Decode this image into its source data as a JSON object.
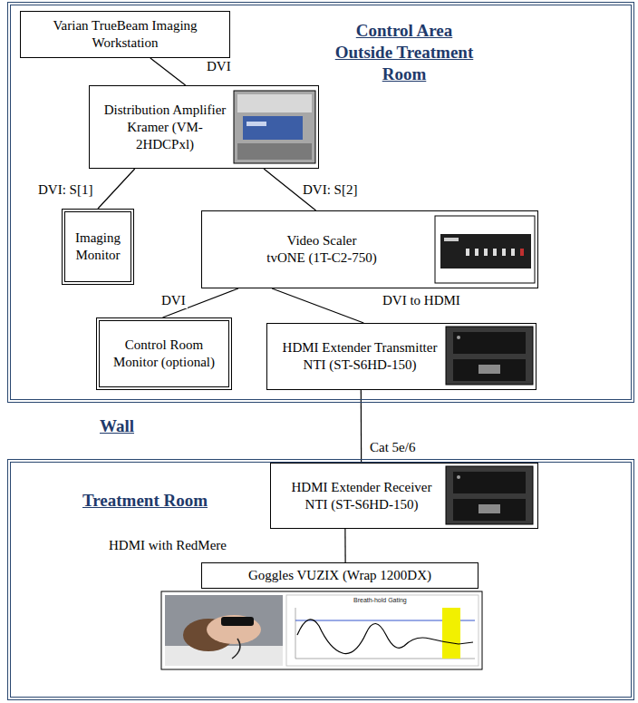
{
  "diagram": {
    "nodes": [
      {
        "text": [
          "Control Area Outside Treatment Room"
        ]
      },
      {
        "text": [
          "Varian TrueBeam Imaging Workstation"
        ],
        "in": 0
      },
      {
        "text": [
          "Distribution Amplifier",
          "Kramer (VM-2HDCPxl)"
        ],
        "in": 0
      },
      {
        "text": [
          "Imaging Monitor"
        ],
        "in": 0
      },
      {
        "text": [
          "Video Scaler",
          "tvONE (1T-C2-750)"
        ],
        "in": 0
      },
      {
        "text": [
          "Control Room Monitor (optional)"
        ],
        "in": 0
      },
      {
        "text": [
          "HDMI Extender Transmitter",
          "NTI (ST-S6HD-150)"
        ],
        "in": 0
      },
      {
        "text": [
          "Treatment Room"
        ]
      },
      {
        "text": [
          "HDMI Extender Receiver",
          "NTI (ST-S6HD-150)"
        ],
        "in": 7
      },
      {
        "text": [
          "Goggles VUZIX (Wrap 1200DX)"
        ],
        "in": 7
      }
    ],
    "edges": [
      {
        "from": 1,
        "to": 2,
        "label": "DVI",
        "arrow": "none"
      },
      {
        "from": 2,
        "to": 3,
        "label": "DVI: S[1]",
        "arrow": "none"
      },
      {
        "from": 2,
        "to": 4,
        "label": "DVI: S[2]",
        "arrow": "none"
      },
      {
        "from": 4,
        "to": 5,
        "label": "DVI",
        "arrow": "none"
      },
      {
        "from": 4,
        "to": 6,
        "label": "DVI to HDMI",
        "arrow": "none"
      },
      {
        "from": 6,
        "to": 8,
        "label": "Cat 5e/6",
        "arrow": "none"
      },
      {
        "from": 8,
        "to": 9,
        "label": "HDMI with RedMere",
        "arrow": "none"
      }
    ],
    "labels": [
      "Wall",
      "Breath-hold Gating"
    ]
  }
}
